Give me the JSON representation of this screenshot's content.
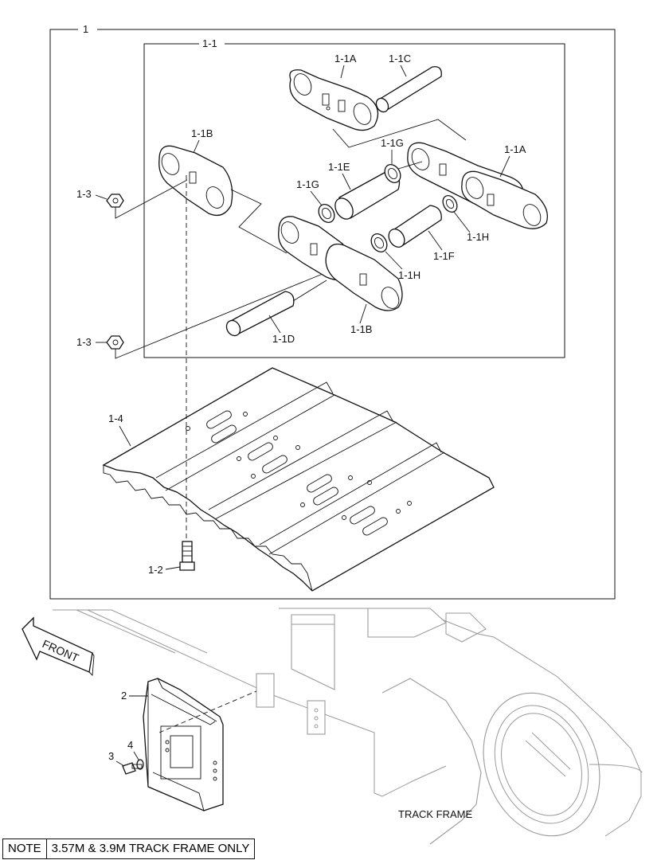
{
  "labels": {
    "assembly": "1",
    "sub_assembly": "1-1",
    "link_a_top": "1-1A",
    "pin_c": "1-1C",
    "link_b_top": "1-1B",
    "seal_g_right": "1-1G",
    "link_a_right": "1-1A",
    "bushing_e": "1-1E",
    "seal_g_left": "1-1G",
    "nut_upper": "1-3",
    "spacer_h_right": "1-1H",
    "bushing_f": "1-1F",
    "spacer_h_mid": "1-1H",
    "pin_d": "1-1D",
    "link_b_bottom": "1-1B",
    "nut_lower": "1-3",
    "shoe": "1-4",
    "bolt": "1-2",
    "guard": "2",
    "washer": "4",
    "guard_bolt": "3",
    "track_frame": "TRACK FRAME",
    "front_arrow": "FRONT"
  },
  "note": {
    "label": "NOTE",
    "text": "3.57M & 3.9M TRACK FRAME ONLY"
  }
}
